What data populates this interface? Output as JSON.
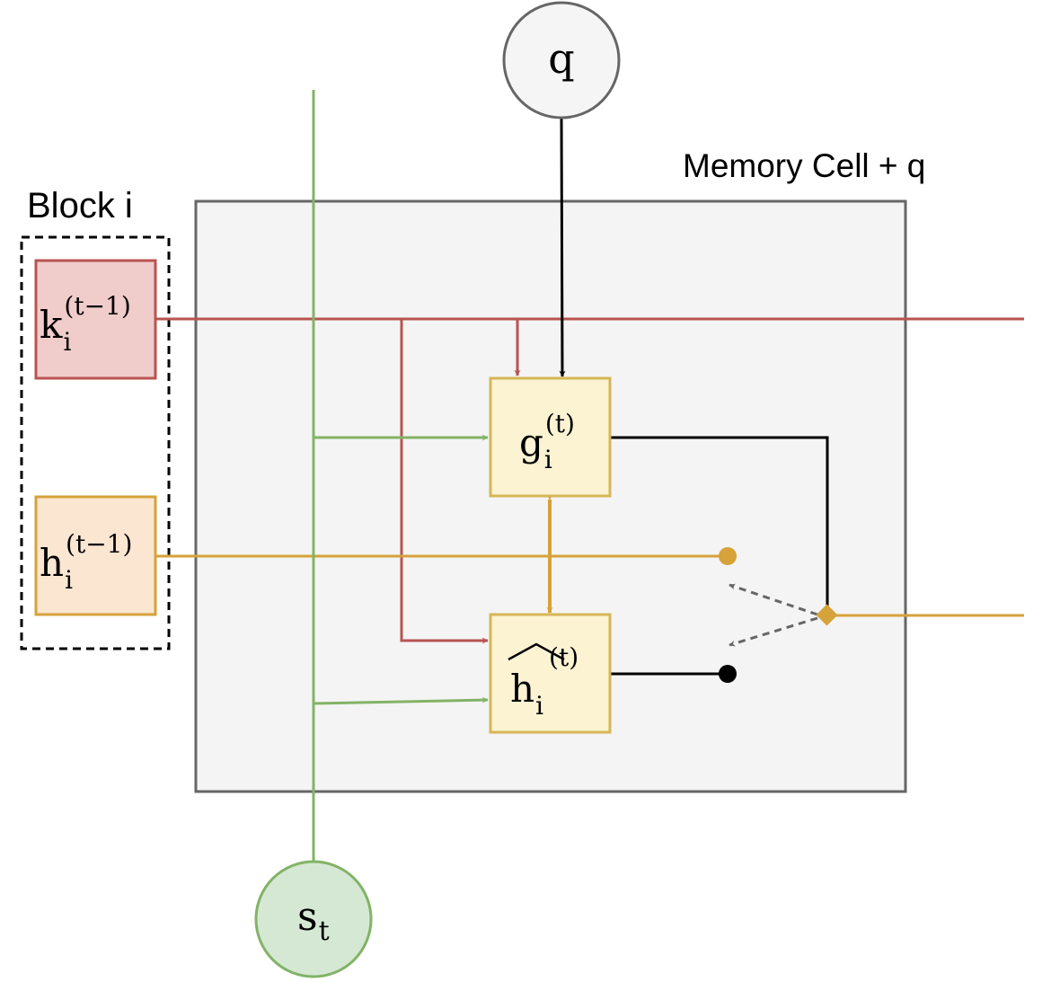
{
  "labels": {
    "memory_cell": "Memory Cell + q",
    "block": "Block i"
  },
  "nodes": {
    "q": {
      "label": "q"
    },
    "s": {
      "base": "s",
      "sub": "t"
    },
    "k": {
      "base": "k",
      "sub": "i",
      "sup": "(t−1)"
    },
    "h": {
      "base": "h",
      "sub": "i",
      "sup": "(t−1)"
    },
    "g": {
      "base": "g",
      "sub": "i",
      "sup": "(t)"
    },
    "hhat": {
      "base": "h",
      "sub": "i",
      "sup": "(t)"
    }
  },
  "colors": {
    "key_line": "#b85450",
    "key_fill": "#f0cccb",
    "hidden_line": "#d6a23a",
    "hidden_fill": "#fbe6d2",
    "gate_fill": "#fcf3d3",
    "gate_stroke": "#d6b656",
    "input_line": "#82b366",
    "input_fill": "#d5e8d4",
    "query_fill": "#f5f5f5",
    "cell_fill": "#f4f4f4",
    "cell_stroke": "#666666",
    "switch_arrows": "#666666"
  }
}
